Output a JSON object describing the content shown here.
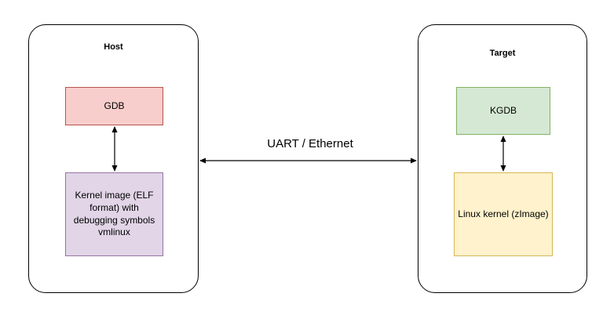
{
  "host": {
    "title": "Host",
    "gdb_label": "GDB",
    "kernel_image_label": "Kernel image (ELF format) with debugging symbols vmlinux"
  },
  "target": {
    "title": "Target",
    "kgdb_label": "KGDB",
    "linux_kernel_label": "Linux kernel (zImage)"
  },
  "link": {
    "label": "UART / Ethernet"
  },
  "colors": {
    "gdb_fill": "#f8cecc",
    "gdb_stroke": "#b85450",
    "kernel_image_fill": "#e1d5e7",
    "kernel_image_stroke": "#9673a6",
    "kgdb_fill": "#d5e8d4",
    "kgdb_stroke": "#82b366",
    "linux_kernel_fill": "#fff2cc",
    "linux_kernel_stroke": "#d6b656"
  }
}
